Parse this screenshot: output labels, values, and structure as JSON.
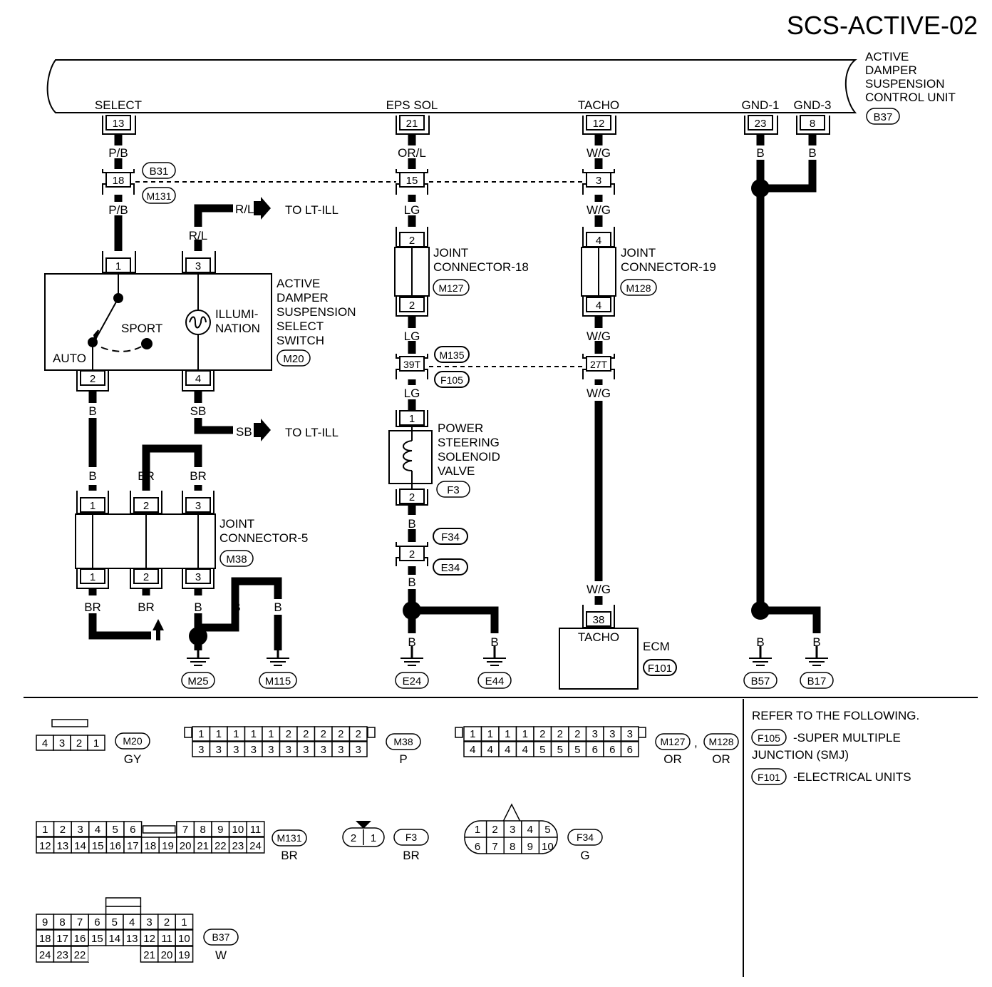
{
  "title": "SCS-ACTIVE-02",
  "control_unit": {
    "name_lines": [
      "ACTIVE",
      "DAMPER",
      "SUSPENSION",
      "CONTROL UNIT"
    ],
    "tag": "B37",
    "terminals": [
      {
        "name": "SELECT",
        "pin": "13"
      },
      {
        "name": "EPS SOL",
        "pin": "21"
      },
      {
        "name": "TACHO",
        "pin": "12"
      },
      {
        "name": "GND-1",
        "pin": "23"
      },
      {
        "name": "GND-3",
        "pin": "8"
      }
    ]
  },
  "wires": {
    "select_top": "P/B",
    "select_mid": "P/B",
    "eps_top": "OR/L",
    "eps_mid": "LG",
    "eps_mid2": "LG",
    "eps_mid3": "LG",
    "eps_low": "B",
    "eps_low2": "B",
    "eps_gnd1": "B",
    "eps_gnd2": "B",
    "tacho_top": "W/G",
    "tacho_mid": "W/G",
    "tacho_mid2": "W/G",
    "tacho_mid3": "W/G",
    "tacho_low": "W/G",
    "gnd1": "B",
    "gnd3": "B",
    "gnd_b57": "B",
    "gnd_b17": "B",
    "rl_1": "R/L",
    "rl_2": "R/L",
    "sb_1": "SB",
    "sb_2": "SB",
    "sw_b1": "B",
    "sw_b2": "B",
    "br_1": "BR",
    "br_2": "BR",
    "jc5_br1": "BR",
    "jc5_br2": "BR",
    "jc5_b3": "B",
    "jc5_b4": "B",
    "jc5_b5": "B"
  },
  "to_lt_ill": "TO LT-ILL",
  "connectors": {
    "b31": "B31",
    "m131": "M131",
    "pin18": "18",
    "pin15": "15",
    "pin3": "3",
    "m135": "M135",
    "f105": "F105",
    "pin39t": "39T",
    "pin27t": "27T",
    "f34": "F34",
    "e34": "E34",
    "pin2_f34": "2"
  },
  "switch": {
    "name_lines": [
      "ACTIVE",
      "DAMPER",
      "SUSPENSION",
      "SELECT",
      "SWITCH"
    ],
    "tag": "M20",
    "illum_lines": [
      "ILLUMI-",
      "NATION"
    ],
    "sport": "SPORT",
    "auto": "AUTO",
    "pins": [
      "1",
      "3",
      "2",
      "4"
    ]
  },
  "jc18": {
    "name_lines": [
      "JOINT",
      "CONNECTOR-18"
    ],
    "tag": "M127",
    "pins": [
      "2",
      "2"
    ]
  },
  "jc19": {
    "name_lines": [
      "JOINT",
      "CONNECTOR-19"
    ],
    "tag": "M128",
    "pins": [
      "4",
      "4"
    ]
  },
  "solenoid": {
    "name_lines": [
      "POWER",
      "STEERING",
      "SOLENOID",
      "VALVE"
    ],
    "tag": "F3",
    "pins": [
      "1",
      "2"
    ]
  },
  "jc5": {
    "name_lines": [
      "JOINT",
      "CONNECTOR-5"
    ],
    "tag": "M38",
    "top_pins": [
      "1",
      "2",
      "3"
    ],
    "bottom_pins": [
      "1",
      "2",
      "3"
    ]
  },
  "ecm": {
    "label": "ECM",
    "terminal": "TACHO",
    "pin": "38",
    "tag": "F101"
  },
  "grounds": [
    "M25",
    "M115",
    "E24",
    "E44",
    "B57",
    "B17"
  ],
  "connector_views": {
    "m20": {
      "tag": "M20",
      "color": "GY",
      "pins": [
        "4",
        "3",
        "2",
        "1"
      ]
    },
    "m38": {
      "tag": "M38",
      "color": "P",
      "top": [
        "1",
        "1",
        "1",
        "1",
        "1",
        "2",
        "2",
        "2",
        "2",
        "2"
      ],
      "bottom": [
        "3",
        "3",
        "3",
        "3",
        "3",
        "3",
        "3",
        "3",
        "3",
        "3"
      ]
    },
    "m127": {
      "tag": "M127",
      "color": "OR"
    },
    "m128": {
      "tag": "M128",
      "color": "OR"
    },
    "comma": ",",
    "m127_top": [
      "1",
      "1",
      "1",
      "1",
      "2",
      "2",
      "2",
      "3",
      "3",
      "3"
    ],
    "m127_bottom": [
      "4",
      "4",
      "4",
      "4",
      "5",
      "5",
      "5",
      "6",
      "6",
      "6"
    ],
    "m131": {
      "tag": "M131",
      "color": "BR",
      "top": [
        "1",
        "2",
        "3",
        "4",
        "5",
        "6",
        "7",
        "8",
        "9",
        "10",
        "11"
      ],
      "bottom": [
        "12",
        "13",
        "14",
        "15",
        "16",
        "17",
        "18",
        "19",
        "20",
        "21",
        "22",
        "23",
        "24"
      ]
    },
    "f3": {
      "tag": "F3",
      "color": "BR",
      "pins": [
        "2",
        "1"
      ]
    },
    "f34": {
      "tag": "F34",
      "color": "G",
      "top": [
        "1",
        "2",
        "3",
        "4",
        "5"
      ],
      "bottom": [
        "6",
        "7",
        "8",
        "9",
        "10"
      ]
    },
    "b37": {
      "tag": "B37",
      "color": "W",
      "row1": [
        "9",
        "8",
        "7",
        "6",
        "5",
        "4",
        "3",
        "2",
        "1"
      ],
      "row2": [
        "18",
        "17",
        "16",
        "15",
        "14",
        "13",
        "12",
        "11",
        "10"
      ],
      "row3a": [
        "24",
        "23",
        "22"
      ],
      "row3b": [
        "21",
        "20",
        "19"
      ]
    }
  },
  "refer": {
    "heading": "REFER TO THE FOLLOWING.",
    "items": [
      {
        "tag": "F105",
        "text": "-SUPER MULTIPLE",
        "text2": "JUNCTION (SMJ)"
      },
      {
        "tag": "F101",
        "text": "-ELECTRICAL UNITS"
      }
    ]
  }
}
